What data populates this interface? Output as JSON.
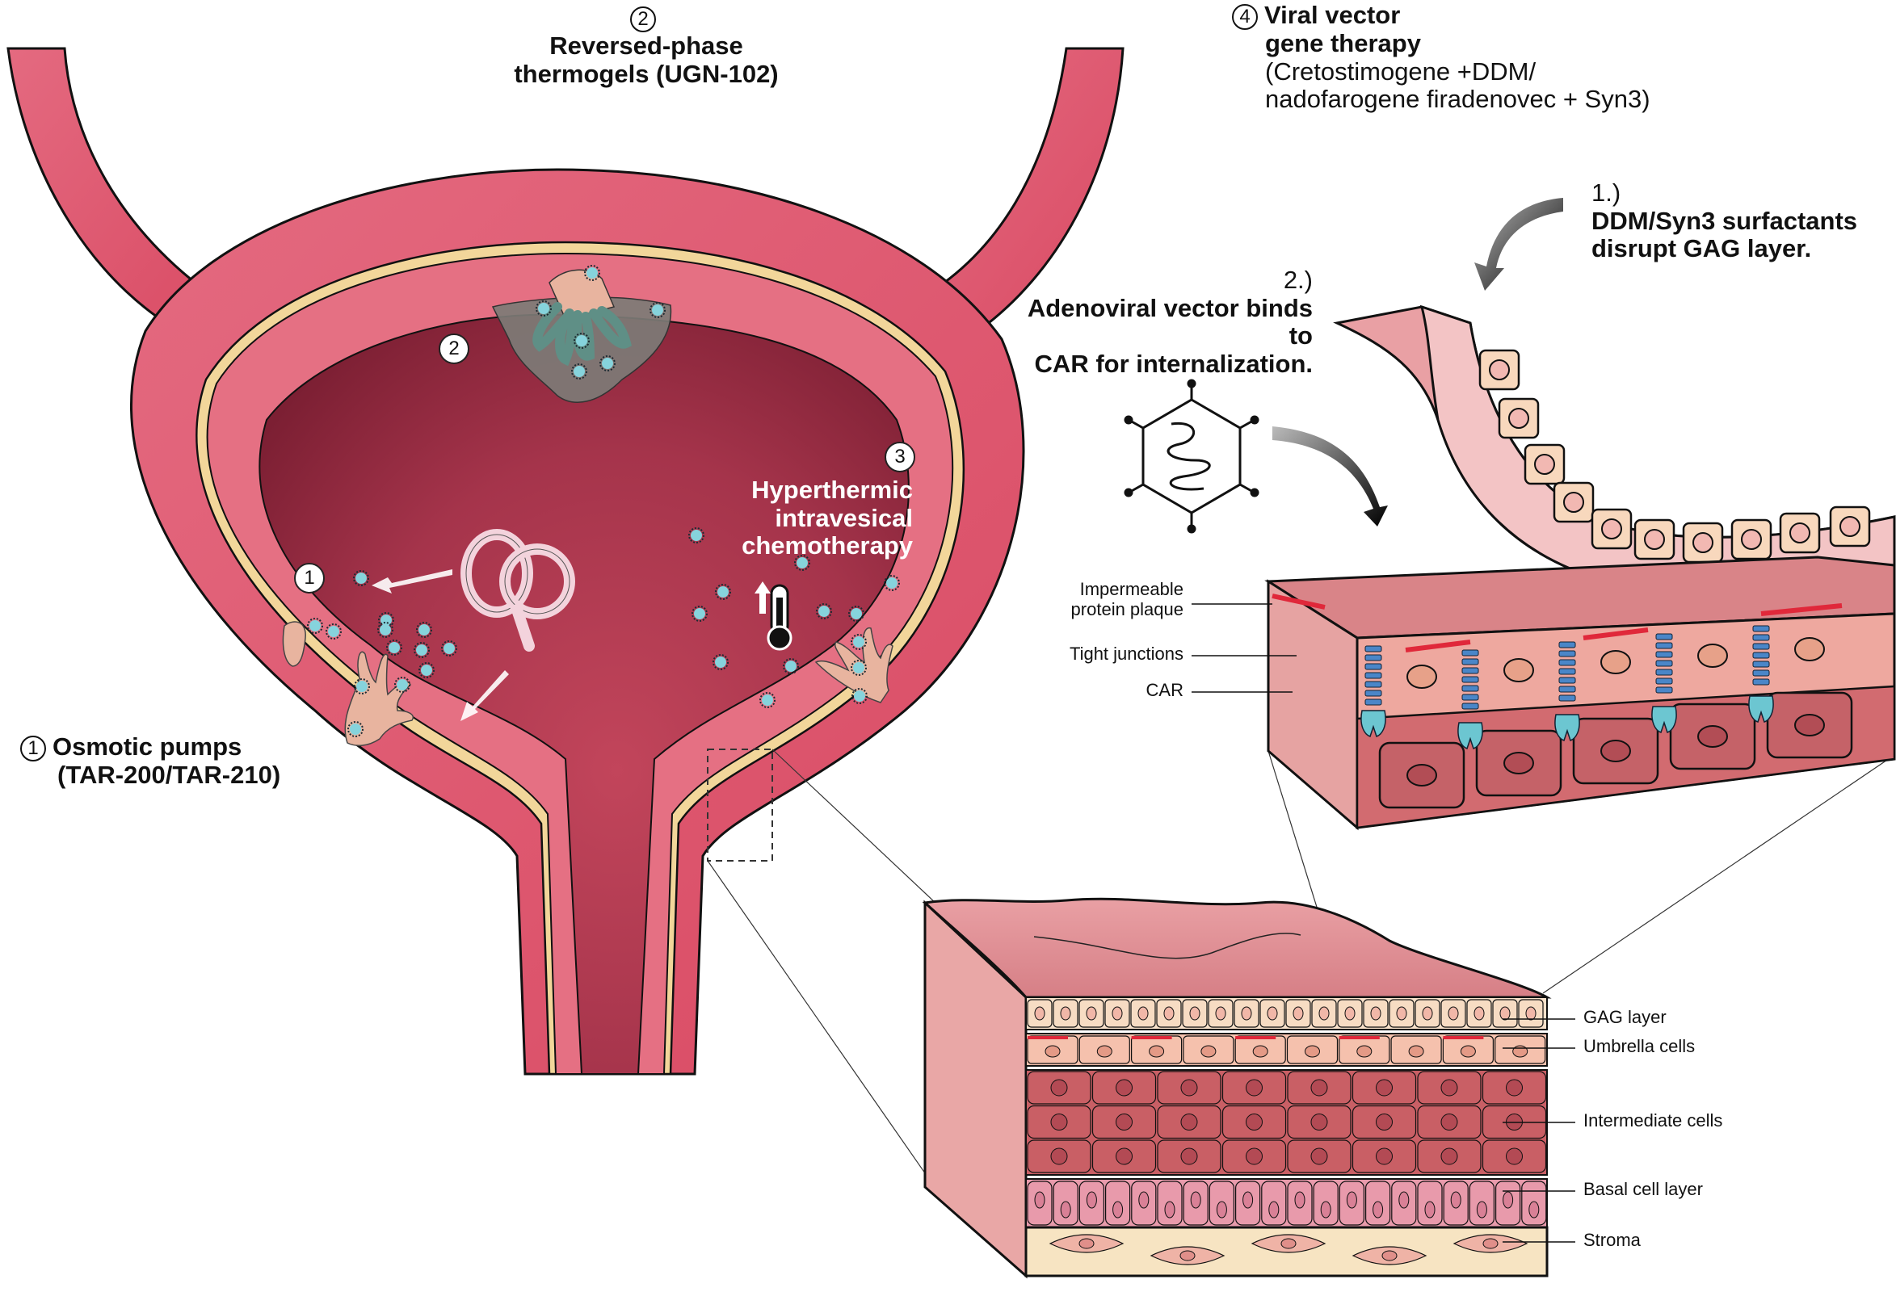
{
  "labels": {
    "therapy2": {
      "number": "2",
      "line1": "Reversed-phase",
      "line2": "thermogels (UGN-102)"
    },
    "therapy4": {
      "number": "4",
      "line1": "Viral vector",
      "line2": "gene therapy",
      "line3": "(Cretostimogene +DDM/",
      "line4": "nadofarogene firadenovec + Syn3)"
    },
    "therapy1": {
      "number": "1",
      "line1": "Osmotic pumps",
      "line2": "(TAR-200/TAR-210)"
    },
    "therapy3": {
      "number": "3",
      "line1": "Hyperthermic intravesical",
      "line2": "chemotherapy"
    },
    "step1": {
      "number": "1.)",
      "line1": "DDM/Syn3 surfactants",
      "line2": "disrupt GAG layer."
    },
    "step2": {
      "number": "2.)",
      "line1": "Adenoviral vector binds to",
      "line2": "CAR for internalization."
    }
  },
  "badges": {
    "b1": "1",
    "b2": "2",
    "b3": "3"
  },
  "epithelium_callouts": {
    "plaque": {
      "line1": "Impermeable",
      "line2": "protein plaque"
    },
    "tight": "Tight junctions",
    "car": "CAR"
  },
  "layer_callouts": [
    "GAG layer",
    "Umbrella cells",
    "Intermediate cells",
    "Basal cell layer",
    "Stroma"
  ],
  "colors": {
    "bladder_wall": "#e0566e",
    "lumen": "#8f2a3e",
    "submucosa_yellow": "#f2d69a",
    "drug_particle": "#86d3dc",
    "gel": "#7d7b76",
    "tumor": "#e8b49f",
    "umbrella_cell": "#f5c1ad",
    "intermediate_cell": "#c95f65",
    "basal_cell": "#e89aab",
    "stroma": "#f7e4c2",
    "plaque_red": "#e0283a",
    "junction_blue": "#4a86c8",
    "car_cyan": "#6cc6d1"
  }
}
